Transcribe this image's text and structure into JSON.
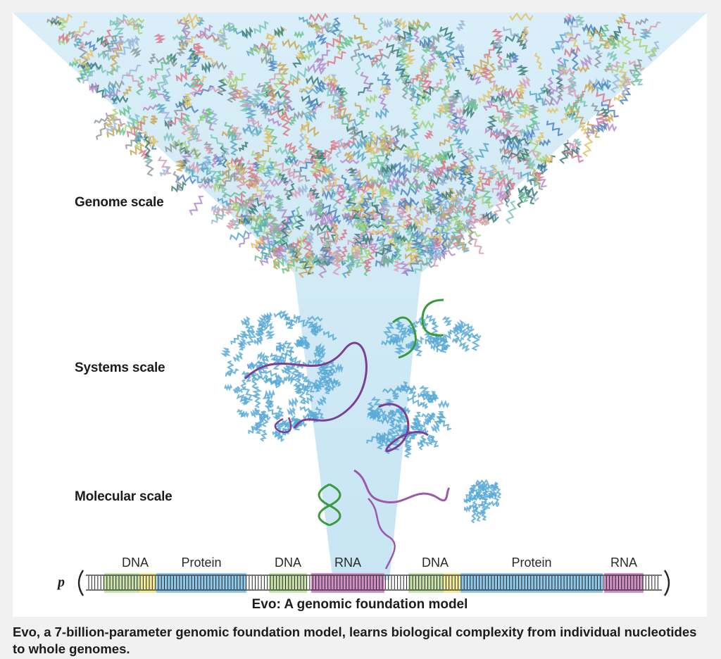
{
  "figure": {
    "scales": [
      "Genome scale",
      "Systems scale",
      "Molecular scale"
    ],
    "p_label": "p",
    "segments": [
      {
        "label": "DNA",
        "type": "dna"
      },
      {
        "label": "Protein",
        "type": "protein"
      },
      {
        "label": "DNA",
        "type": "dna"
      },
      {
        "label": "RNA",
        "type": "rna"
      },
      {
        "label": "DNA",
        "type": "dna"
      },
      {
        "label": "Protein",
        "type": "protein"
      },
      {
        "label": "RNA",
        "type": "rna"
      }
    ],
    "model_title": "Evo: A genomic foundation model"
  },
  "caption": "Evo, a 7-billion-parameter genomic foundation model, learns biological complexity from individual nucleotides to whole genomes.",
  "colors": {
    "funnel": "#cde8f5",
    "dna": "#c7e3a9",
    "protein": "#8ec8e8",
    "rna": "#cf8fc4",
    "accent": "#f2ec9a"
  }
}
